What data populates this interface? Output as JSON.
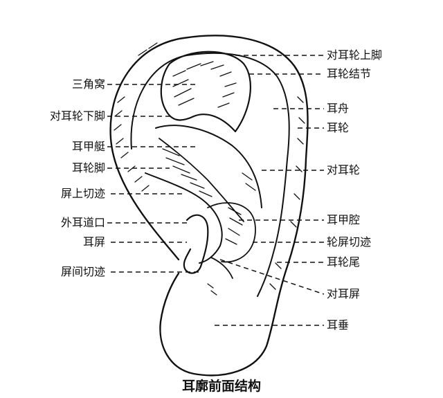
{
  "title": "耳廓前面结构",
  "labels": {
    "left": {
      "triangular_fossa": "三角窝",
      "inferior_antihelix_crus": "对耳轮下脚",
      "cymba_conchae": "耳甲艇",
      "helix_crus": "耳轮脚",
      "supratragic_notch": "屏上切迹",
      "external_auditory_meatus": "外耳道口",
      "tragus": "耳屏",
      "intertragic_notch": "屏间切迹"
    },
    "right": {
      "superior_antihelix_crus": "对耳轮上脚",
      "helix_tubercle": "耳轮结节",
      "scapha": "耳舟",
      "helix": "耳轮",
      "antihelix": "对耳轮",
      "cavum_conchae": "耳甲腔",
      "helix_tragus_notch": "轮屏切迹",
      "helix_tail": "耳轮尾",
      "antitragus": "对耳屏",
      "earlobe": "耳垂"
    }
  },
  "colors": {
    "ink": "#111111",
    "background": "#ffffff"
  }
}
